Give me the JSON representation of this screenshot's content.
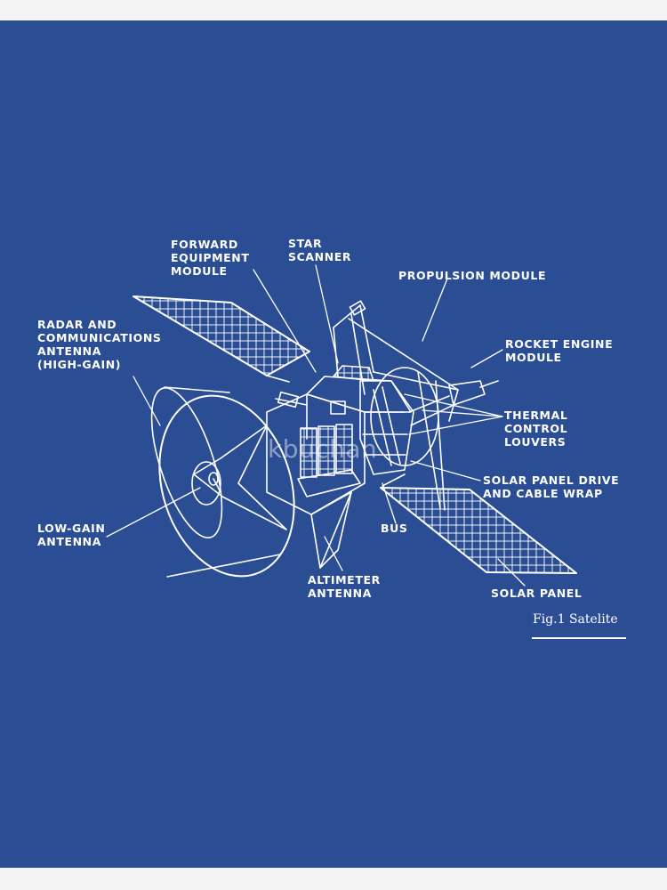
{
  "labels": {
    "forward_equipment_module": "FORWARD\nEQUIPMENT\nMODULE",
    "star_scanner": "STAR\nSCANNER",
    "propulsion_module": "PROPULSION MODULE",
    "radar_antenna": "RADAR AND\nCOMMUNICATIONS\nANTENNA\n(HIGH-GAIN)",
    "rocket_engine_module": "ROCKET ENGINE\nMODULE",
    "thermal_control_louvers": "THERMAL\nCONTROL\nLOUVERS",
    "solar_panel_drive": "SOLAR PANEL DRIVE\nAND CABLE WRAP",
    "low_gain_antenna": "LOW-GAIN\nANTENNA",
    "bus": "BUS",
    "altimeter_antenna": "ALTIMETER\nANTENNA",
    "solar_panel": "SOLAR PANEL"
  },
  "caption": "Fig.1 Satelite",
  "watermark": "kbuchan",
  "colors": {
    "background": "#2a4d94",
    "ink": "#ffffff",
    "page_margin": "#f3f3f3"
  }
}
